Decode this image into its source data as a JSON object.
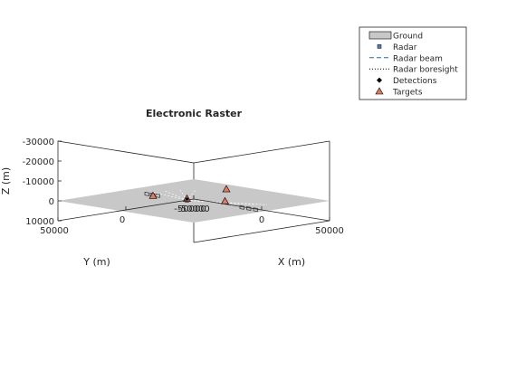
{
  "chart_data": {
    "type": "scatter",
    "title": "Electronic Raster",
    "xlabel": "X (m)",
    "ylabel": "Y (m)",
    "zlabel": "Z (m)",
    "xlim": [
      -50000,
      50000
    ],
    "ylim": [
      -50000,
      50000
    ],
    "zlim": [
      -30000,
      10000
    ],
    "z_reversed": true,
    "x_ticks": [
      {
        "value": -50000,
        "label": "-50000"
      },
      {
        "value": 0,
        "label": "0"
      },
      {
        "value": 50000,
        "label": "50000"
      }
    ],
    "y_ticks": [
      {
        "value": 50000,
        "label": "50000"
      },
      {
        "value": 0,
        "label": "0"
      },
      {
        "value": -50000,
        "label": "-50000"
      }
    ],
    "z_ticks": [
      {
        "value": -30000,
        "label": "-30000"
      },
      {
        "value": -20000,
        "label": "-20000"
      },
      {
        "value": -10000,
        "label": "-10000"
      },
      {
        "value": 0,
        "label": "0"
      },
      {
        "value": 10000,
        "label": "10000"
      }
    ],
    "legend_position": "top-right",
    "legend": [
      {
        "label": "Ground",
        "marker": "ground-patch",
        "color": "#c8c8c8"
      },
      {
        "label": "Radar",
        "marker": "square",
        "color": "#4f7fb5"
      },
      {
        "label": "Radar beam",
        "marker": "dashed-line",
        "color": "#1f66a8"
      },
      {
        "label": "Radar boresight",
        "marker": "dotted-line",
        "color": "#000000"
      },
      {
        "label": "Detections",
        "marker": "diamond",
        "color": "#000000"
      },
      {
        "label": "Targets",
        "marker": "triangle",
        "color": "#e07a5f"
      }
    ],
    "colors": {
      "ground": "#c8c8c8",
      "radar": "#4f7fb5",
      "beam": "#1f66a8",
      "target": "#e07a5f",
      "axis": "#262626"
    },
    "series": [
      {
        "name": "Radar",
        "points": [
          {
            "x": -4000,
            "y": 1000,
            "z": 0
          }
        ]
      },
      {
        "name": "Targets",
        "points": [
          {
            "x": -20000,
            "y": 10000,
            "z": -1500
          },
          {
            "x": -8000,
            "y": -32000,
            "z": -1500
          },
          {
            "x": 19000,
            "y": -4000,
            "z": -1500
          },
          {
            "x": -3000,
            "y": 2000,
            "z": -1000
          }
        ]
      },
      {
        "name": "Detections",
        "points": [
          {
            "x": -3000,
            "y": 2000,
            "z": -800
          }
        ]
      }
    ]
  }
}
